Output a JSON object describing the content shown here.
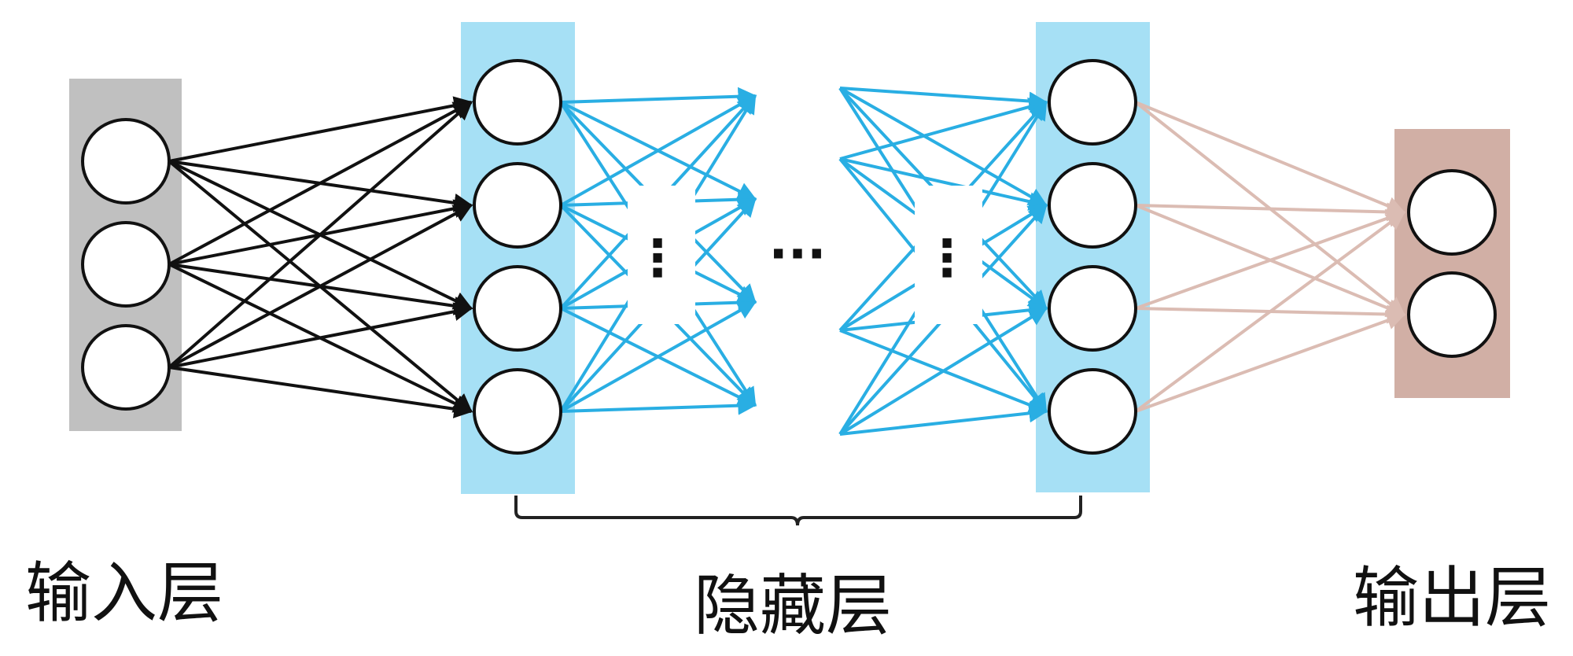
{
  "labels": {
    "input": "输入层",
    "hidden": "隐藏层",
    "output": "输出层"
  },
  "ellipsis": {
    "vertical": "⋮",
    "horizontal": "···"
  },
  "colors": {
    "input_band": "#c0c0c0",
    "hidden_band": "#a6e0f5",
    "output_band": "#d1afa5",
    "input_edges": "#111111",
    "hidden_edges": "#29aee3",
    "output_edges": "#dbbcb3",
    "node_fill": "#ffffff",
    "node_stroke": "#111111"
  },
  "layers": {
    "input_nodes": 3,
    "hidden_first_nodes": 4,
    "hidden_last_nodes": 4,
    "output_nodes": 2
  }
}
